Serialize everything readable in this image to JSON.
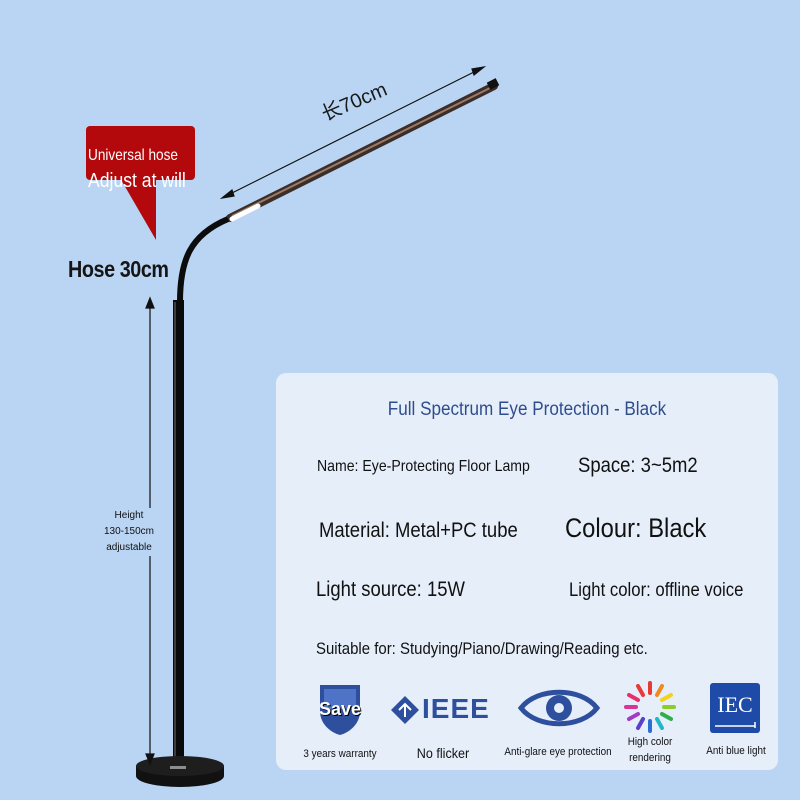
{
  "callout": {
    "line1": "Universal hose",
    "line2": "Adjust at will",
    "color": "#b3090c"
  },
  "dimensions": {
    "hose": "Hose 30cm",
    "length": "长70cm",
    "height_line1": "Height",
    "height_line2": "130-150cm",
    "height_line3": "adjustable"
  },
  "card": {
    "title": "Full Spectrum Eye Protection - Black",
    "name": "Name: Eye-Protecting Floor Lamp",
    "space": "Space: 3~5m2",
    "material": "Material: Metal+PC tube",
    "colour": "Colour: Black",
    "light_source": "Light source: 15W",
    "light_color": "Light color: offline voice",
    "suitable": "Suitable for: Studying/Piano/Drawing/Reading etc.",
    "title_color": "#2f4d8c"
  },
  "badges": [
    {
      "icon": "shield-save-icon",
      "icon_text": "Save",
      "label": "3 years warranty"
    },
    {
      "icon": "ieee-logo-icon",
      "icon_text": "IEEE",
      "label": "No flicker"
    },
    {
      "icon": "eye-icon",
      "label": "Anti-glare eye protection"
    },
    {
      "icon": "color-spectrum-icon",
      "label_line1": "High color",
      "label_line2": "rendering"
    },
    {
      "icon": "iec-logo-icon",
      "icon_text": "IEC",
      "label": "Anti blue light"
    }
  ]
}
